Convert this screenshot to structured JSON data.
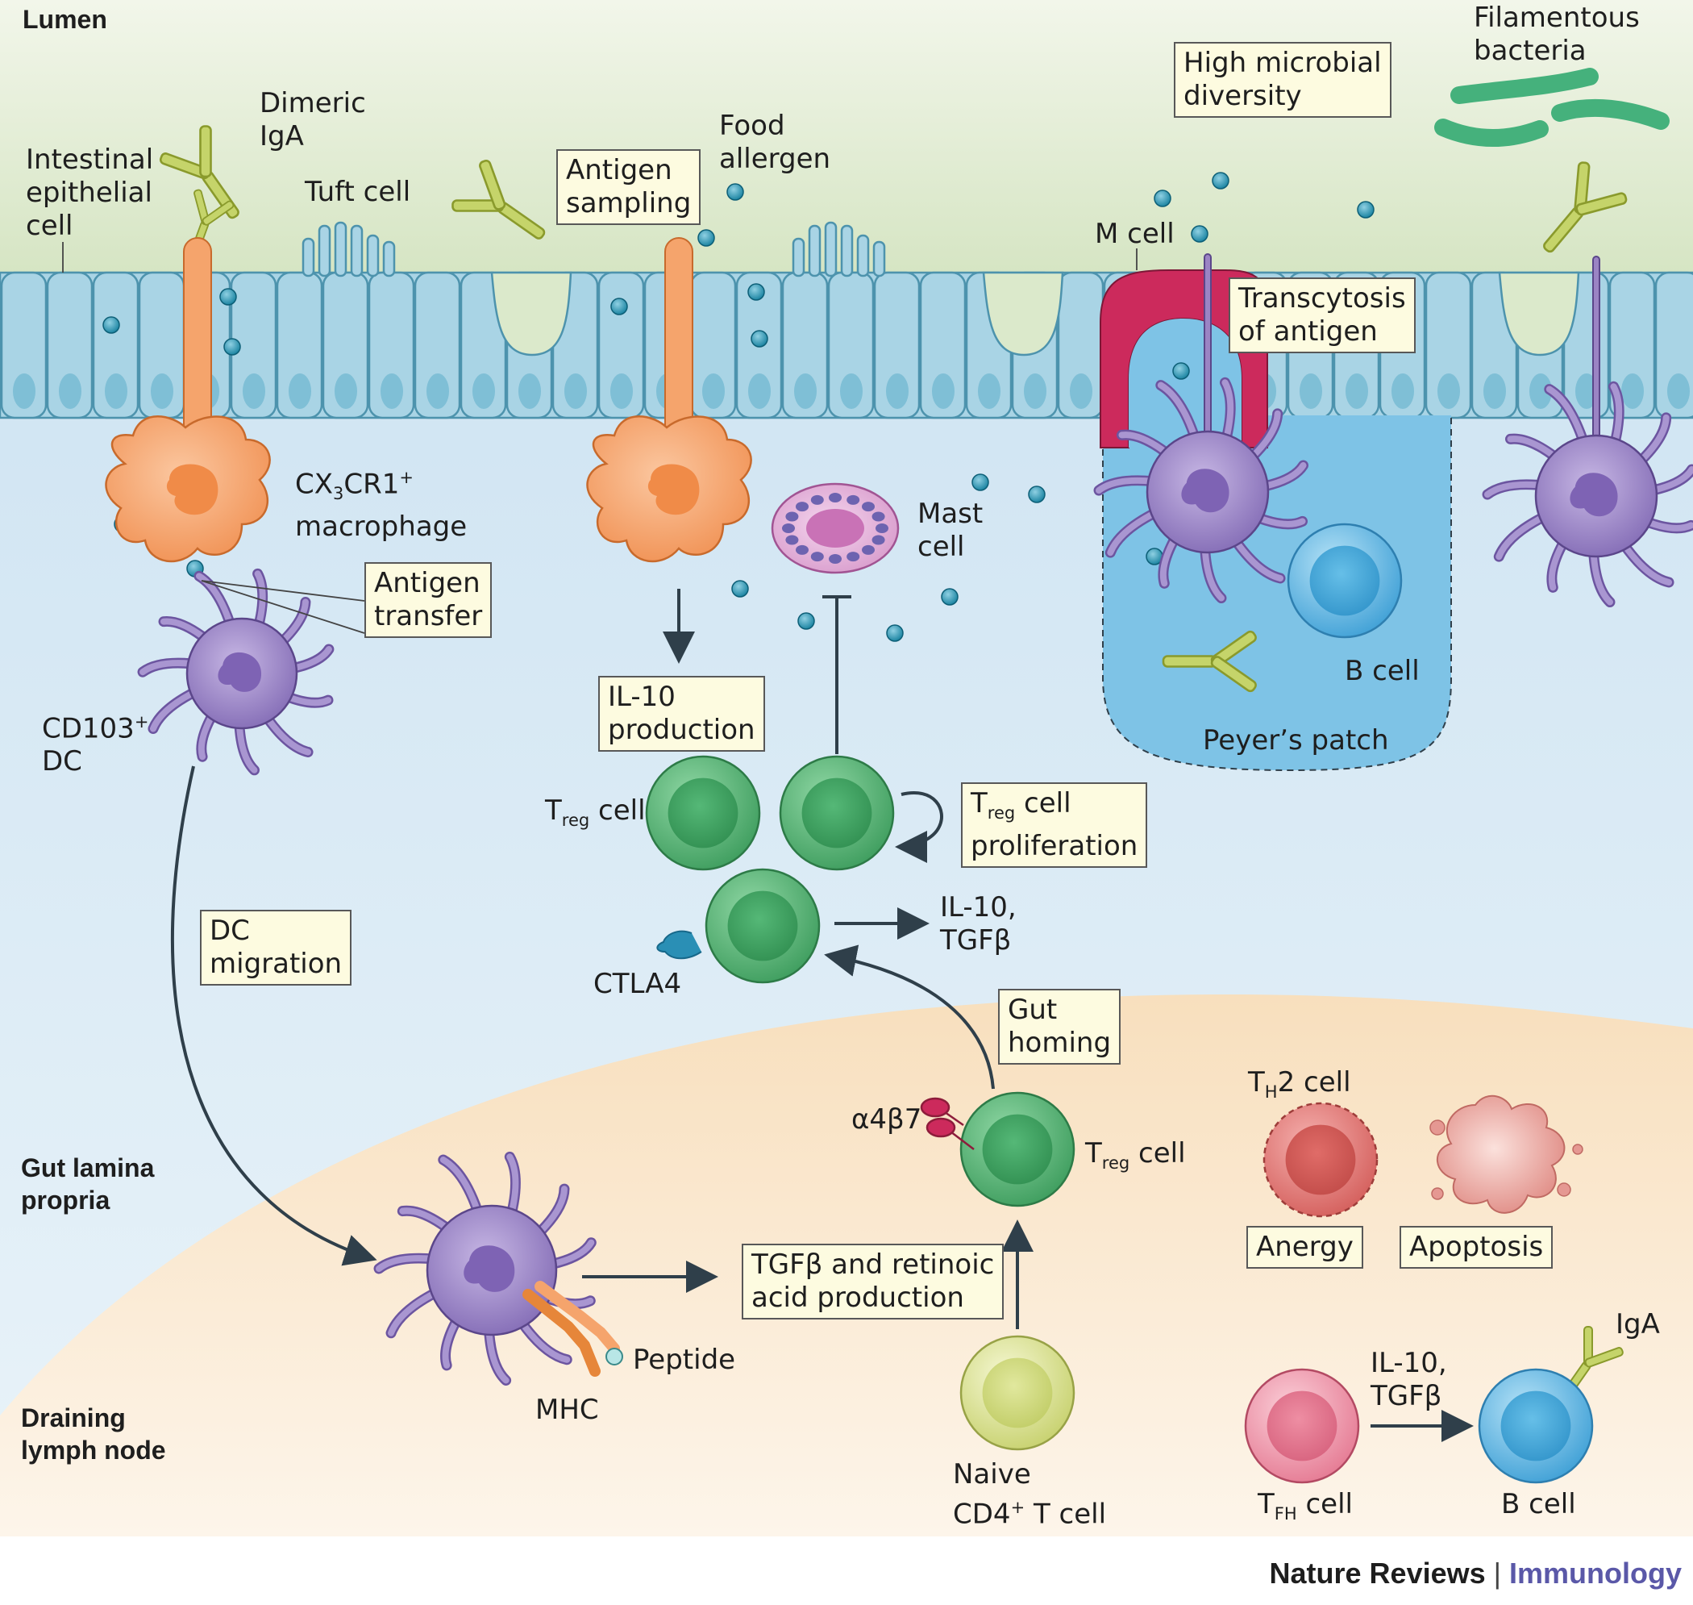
{
  "regions": {
    "lumen": "Lumen",
    "lamina_propria": "Gut lamina\npropria",
    "lymph_node": "Draining\nlymph node"
  },
  "labels": {
    "intestinal_epithelial_cell": "Intestinal\nepithelial\ncell",
    "dimeric_iga": "Dimeric\nIgA",
    "tuft_cell": "Tuft cell",
    "food_allergen": "Food\nallergen",
    "filamentous_bacteria": "Filamentous\nbacteria",
    "m_cell": "M cell",
    "cx3cr1_macrophage_prefix": "CX",
    "cx3cr1_macrophage_sub": "3",
    "cx3cr1_macrophage_mid": "CR1",
    "cx3cr1_macrophage_sup": "+",
    "cx3cr1_macrophage_line2": "macrophage",
    "mast_cell": "Mast\ncell",
    "cd103_dc_prefix": "CD103",
    "cd103_dc_sup": "+",
    "cd103_dc_line2": "DC",
    "b_cell_patch": "B cell",
    "peyers_patch": "Peyer’s patch",
    "treg_main": "T",
    "treg_sub": "reg",
    "treg_cell_word": " cell",
    "ctla4": "CTLA4",
    "il10_tgfb_treg": "IL-10,\nTGFβ",
    "a4b7": "α4β7",
    "treg_lymph_main": "T",
    "treg_lymph_sub": "reg",
    "treg_lymph_word": " cell",
    "th2_main": "T",
    "th2_sub": "H",
    "th2_word": "2 cell",
    "peptide": "Peptide",
    "mhc": "MHC",
    "naive_line1": "Naive",
    "naive_prefix": "CD4",
    "naive_sup": "+",
    "naive_suffix": " T cell",
    "tfh_main": "T",
    "tfh_sub": "FH",
    "tfh_word": " cell",
    "il10_tgfb_lymph": "IL-10,\nTGFβ",
    "b_cell_lymph": "B cell",
    "iga": "IgA"
  },
  "boxes": {
    "high_microbial_diversity": "High microbial\ndiversity",
    "antigen_sampling": "Antigen\nsampling",
    "transcytosis": "Transcytosis\nof antigen",
    "antigen_transfer": "Antigen\ntransfer",
    "il10_production": "IL-10\nproduction",
    "treg_prolif_main": "T",
    "treg_prolif_sub": "reg",
    "treg_prolif_rest": " cell\nproliferation",
    "dc_migration": "DC\nmigration",
    "gut_homing": "Gut\nhoming",
    "anergy": "Anergy",
    "apoptosis": "Apoptosis",
    "tgfb_retinoic": "TGFβ and retinoic\nacid production"
  },
  "credit": {
    "journal": "Nature Reviews",
    "separator": " | ",
    "title": "Immunology"
  },
  "colors": {
    "lumen_bg": "#dbe9cb",
    "lamina_bg": "#d6e8f3",
    "lymph_bg": "#fbeede",
    "epithelium": "#a7d3e4",
    "macrophage": "#f5a46c",
    "dendritic_cell": "#9b84c4",
    "treg": "#5dbb7c",
    "mast_cell": "#e7b6dc",
    "m_cell": "#cc2a5c",
    "b_cell": "#62b9e8",
    "th2": "#e58583",
    "apoptotic": "#e59892",
    "naive": "#dfe79e",
    "tfh": "#f1a1b2",
    "antibody": "#c5d46a",
    "bacteria": "#45b17c",
    "antigen": "#1b93b3",
    "arrow": "#2f3f4a",
    "credit_accent": "#5a58a8"
  }
}
